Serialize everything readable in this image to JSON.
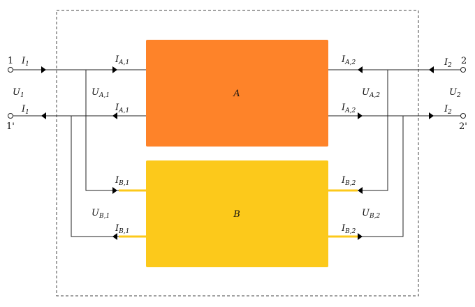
{
  "colors": {
    "block_a": "#fe8329",
    "block_b": "#fcc91b",
    "wire": "#222222",
    "feed_b": "#fcc91b"
  },
  "blocks": {
    "a_label": "A",
    "b_label": "B"
  },
  "terminals": {
    "t1": "1",
    "t1p": "1'",
    "t2": "2",
    "t2p": "2'"
  },
  "voltages": {
    "u1": {
      "base": "U",
      "sub": "1"
    },
    "u2": {
      "base": "U",
      "sub": "2"
    },
    "ua1": {
      "base": "U",
      "sub": "A,1"
    },
    "ua2": {
      "base": "U",
      "sub": "A,2"
    },
    "ub1": {
      "base": "U",
      "sub": "B,1"
    },
    "ub2": {
      "base": "U",
      "sub": "B,2"
    }
  },
  "currents": {
    "i1_top": {
      "base": "I",
      "sub": "1"
    },
    "i1_bot": {
      "base": "I",
      "sub": "1"
    },
    "i2_top": {
      "base": "I",
      "sub": "2"
    },
    "i2_bot": {
      "base": "I",
      "sub": "2"
    },
    "ia1_top": {
      "base": "I",
      "sub": "A,1"
    },
    "ia1_bot": {
      "base": "I",
      "sub": "A,1"
    },
    "ia2_top": {
      "base": "I",
      "sub": "A,2"
    },
    "ia2_bot": {
      "base": "I",
      "sub": "A,2"
    },
    "ib1_top": {
      "base": "I",
      "sub": "B,1"
    },
    "ib1_bot": {
      "base": "I",
      "sub": "B,1"
    },
    "ib2_top": {
      "base": "I",
      "sub": "B,2"
    },
    "ib2_bot": {
      "base": "I",
      "sub": "B,2"
    }
  }
}
